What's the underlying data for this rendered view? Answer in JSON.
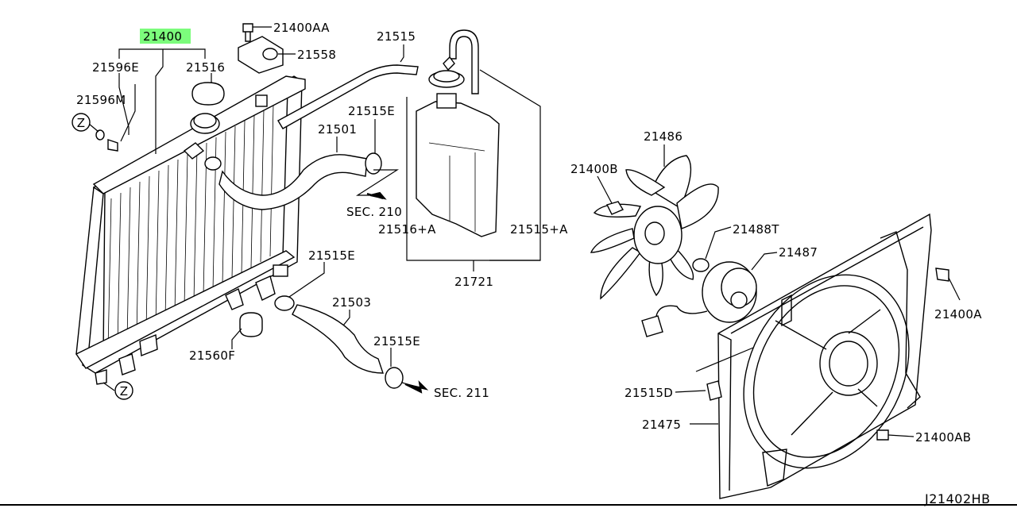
{
  "diagram": {
    "code": "J21402HB",
    "highlight_color": "#7CFC7C",
    "parts": {
      "p21400": "21400",
      "p21400AA": "21400AA",
      "p21558": "21558",
      "p21515": "21515",
      "p21596E": "21596E",
      "p21516": "21516",
      "p21596M": "21596M",
      "p21515E_top": "21515E",
      "p21501": "21501",
      "p21486": "21486",
      "p21400B": "21400B",
      "p21488T": "21488T",
      "p21487": "21487",
      "p21516A": "21516+A",
      "p21515A": "21515+A",
      "p21721": "21721",
      "p21515E_mid": "21515E",
      "p21503": "21503",
      "p21515E_low": "21515E",
      "p21560F": "21560F",
      "p21400A": "21400A",
      "p21515D": "21515D",
      "p21475": "21475",
      "p21400AB": "21400AB"
    },
    "sections": {
      "sec210": "SEC. 210",
      "sec211": "SEC. 211"
    },
    "markers": {
      "z_top": "Z",
      "z_bottom": "Z"
    }
  }
}
